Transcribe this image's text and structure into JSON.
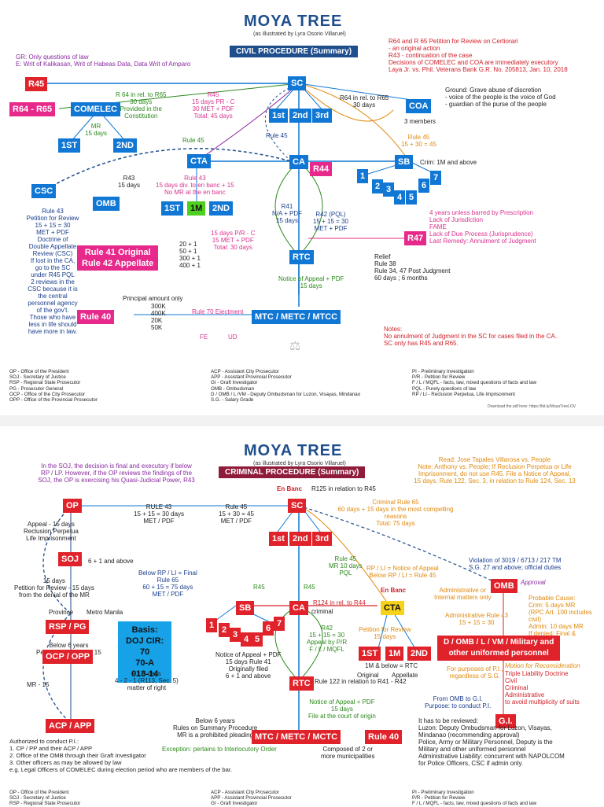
{
  "civil": {
    "title": "MOYA TREE",
    "subtitle": "(as illustrated by Lyra Osorio Villaruel)",
    "banner": "CIVIL PROCEDURE (Summary)",
    "gr_note": "GR: Only questions of law\nE: Writ of Kalikasan, Writ of Habeas Data, Data Writ of Amparo",
    "top_right": "R64 and R 65 Petition for Review on Certiorari\n- an original action\nR43 - continuation of the case\nDecisions of COMELEC and COA are immediately executory\nLaya Jr. vs. Phil. Veterans Bank G.R. No. 205813, Jan. 10, 2018",
    "ground": "Ground: Grave abuse of discretion\n- voice of the people is the voice of God\n- guardian of the purse of the people",
    "coa_members": "3 members",
    "r45_sb": "Rule 45\n15 + 30 = 45",
    "crim_sb": "Crim: 1M and above",
    "nodes": {
      "r45": "R45",
      "sc": "SC",
      "r64r65": "R64 - R65",
      "comelec": "COMELEC",
      "coa": "COA",
      "sc1": "1st",
      "sc2": "2nd",
      "sc3": "3rd",
      "first": "1ST",
      "second": "2ND",
      "cta": "CTA",
      "ca": "CA",
      "r44": "R44",
      "sb": "SB",
      "csc": "CSC",
      "omb": "OMB",
      "cta1": "1ST",
      "cta1m": "1M",
      "cta2": "2ND",
      "r47": "R47",
      "rtc": "RTC",
      "rule41": "Rule 41 Original\nRule 42 Appellate",
      "rule40": "Rule 40",
      "mtc": "MTC / METC / MTCC",
      "sb1": "1",
      "sb2": "2",
      "sb3": "3",
      "sb4": "4",
      "sb5": "5",
      "sb6": "6",
      "sb7": "7"
    },
    "r64_comelec": "R 64 in rel. to R65\n30 days\nProvided in the\nConstitution",
    "r45_ca": "R45\n15 days PR - C\n30 MET + PDF\nTotal: 45 days",
    "r64_coa": "R64 in rel. to R65\n30 days",
    "mr": "MR\n15 days",
    "rule45a": "Rule 45",
    "rule45b": "Rule 45",
    "r43_omb": "R43\n15 days",
    "rule43_cta": "Rule 43\n15 days div. to en banc + 15\nNo MR at the en banc",
    "r41": "R41\nN/A + PDF\n15 days",
    "r42": "R42 (PQL)\n15 + 15 = 30\nMET + PDF",
    "prescription": "4 years  unless barred by  Prescription\nLack of Jurisdiction\nFAME\nLack of Due Process (Jurisprudence)\nLast Remedy: Annulment of Judgment",
    "csc_text": "Rule 43\nPetition for Review\n15 + 15 = 30\nMET + PDF\nDoctrine of\nDouble Appellate\nReview (CSC)\nIf lost in the CA,\ngo to the SC\nunder R45 PQL\n2 reviews in the\nCSC because it is\nthe central\npersonnel agency\nof the gov't.\nThose who have\nless in life should\nhave more in law.",
    "rtc_ca": "15 days P/R - C\n15 MET + PDF\nTotal: 30 days",
    "twenty": "20 + 1\n50 + 1\n300 + 1\n400 + 1",
    "relief": "Relief\nRule 38\nRule 34, 47 Post Judgment\n60 days ; 6 months",
    "notice": "Notice of Appeal + PDF\n15 days",
    "principal": "Principal amount only",
    "amounts": "300K\n400K\n20K\n50K",
    "rule70": "Rule 70 Ejectment",
    "fe": "FE",
    "ud": "UD",
    "notes": "Notes:\nNo annulment of Judgment in the SC for cases filed in the CA.\nSC only has R45 and R65.",
    "download": "Download the pdf here: https://bit.ly/MoyaTreeLOV"
  },
  "legend": {
    "col1": "OP - Office of the President\nSOJ - Secretary of Justice\nRSP - Regional State Prosecutor\nPG - Prosecutor General\nOCP - Office of the City Prosecutor\nOPP - Office of the Provincial Prosecutor",
    "col2": "ACP - Assistant City Prosecutor\nAPP - Assistant Provincial Prosecutor\nGI - Graft Investigator\nOMB - Ombudsman\nD / OMB / L /VM - Deputy Ombudsman for Luzon, Visayas, Mindanao\nS.G. - Salary Grade",
    "col3": "PI - Preliminary Investigation\nP/R - Petition for Review\nF / L / MQFL - facts, law, mixed questions of facts and law\nPQL - Purely questions of law\nRP / LI - Reclusion Perpetua, Life Imprisonment"
  },
  "criminal": {
    "title": "MOYA TREE",
    "subtitle": "(as illustrated by Lyra Osorio Villaruel)",
    "banner": "CRIMINAL PROCEDURE (Summary)",
    "soj_note": "In the SOJ, the decision is final and executory if below\nRP / LP. However, if the OP reviews the findings of the\nSOJ, the OP is exercising his Quasi-Judicial Power, R43",
    "read_note": "Read: Jose Tapales Villarosa vs. People\nNote: Anthony vs. People; If Reclusion Perpetua or Life\nImprisonment, do not use R45. File a Notice of Appeal,\n15 days, Rule 122, Sec. 3, in relation to Rule 124, Sec. 13",
    "en_banc": "En Banc",
    "r125": "R125 in relation to R45",
    "nodes": {
      "op": "OP",
      "sc": "SC",
      "soj": "SOJ",
      "sc1": "1st",
      "sc2": "2nd",
      "sc3": "3rd",
      "omb": "OMB",
      "rsp": "RSP / PG",
      "sb": "SB",
      "ca": "CA",
      "cta": "CTA",
      "ocp": "OCP / OPP",
      "rtc": "RTC",
      "acp": "ACP / APP",
      "mtc": "MTC / METC / MCTC",
      "rule40": "Rule 40",
      "cta1": "1ST",
      "cta1m": "1M",
      "cta2": "2ND",
      "dombl": "D / OMB / L / VM / Military and\nother uniformed personnel",
      "gi": "G.I.",
      "sb1": "1",
      "sb2": "2",
      "sb3": "3",
      "sb4": "4",
      "sb5": "5",
      "sb6": "6",
      "sb7": "7"
    },
    "appeal": "Appeal - 15 days\nReclusion Perpetua\nLife Imprisonment",
    "rule43": "RULE 43\n15 + 15 = 30 days\nMET / PDF",
    "rule45": "Rule 45\n15 + 30 = 45\nMET / PDF",
    "rule65": "Criminal Rule 65\n60 days + 15 days in the most compelling reasons\nTotal: 75 days",
    "six_one": "6 + 1 and above",
    "below_rp": "Below RP / LI = Final\nRule 65\n60 + 15 = 75 days\nMET / PDF",
    "violation": "Violation of 3019 / 6713 / 217 TM\nS.G. 27 and above; official duties",
    "soj_15": "15 days\nPetition for Review - 15 days\nfrom the denial of the MR",
    "province": "Province",
    "metro": "Metro Manila",
    "rule45_pql": "Rule 45\nMR 10 days\nPQL",
    "rp_li": "RP / LI = Notice of Appeal\nBelow RP / LI = Rule 45",
    "admin": "Administrative or\nInternal matters only",
    "approval": "Approval",
    "probable": "Probable Cause:\nCrim: 5 days MR\n(RPC Art. 100 includes civil)\nAdmin: 10 days MR\nIf denied: Final & Executory",
    "basis": "Basis:\nDOJ CIR:\n70\n70-A\n018-14",
    "r45a": "R45",
    "r45b": "R45",
    "r124": "R124 in rel. to R44",
    "criminal": "criminal",
    "petition_15": "Petition for Review\n15 days",
    "admin_r43": "Administrative Rule 43\n15 + 15 = 30",
    "below6": "Below 6 years\nPetition for Review - 15",
    "r42": "R42\n15 + 15 = 30\nAppeal by P/R\nF / L / MQFL",
    "notice_sb": "Notice of Appeal + PDF\n15 days  Rule 41\nOriginally filed\n6 + 1 and above",
    "onem": "1M & below = RTC",
    "original": "Original",
    "appellate": "Appellate",
    "recon": "Motion for Reconsideration",
    "triple": "Triple Liability Doctrine\nCivil\nCriminal\nAdministrative\nto avoid multiplicity of suits",
    "purposes": "For purposes of P.I.,\nregardless of S.G.",
    "mr15": "MR - 15",
    "pi5": "P.I. 5 days\n4 - 2 - 1  (R113, Sec. 5)\nmatter of right",
    "r122": "Rule 122 in relation to R41 - R42",
    "notice_rtc": "Notice of Appeal + PDF\n15 days\nFile at the court of origin",
    "from_omb": "From OMB to G.I.\nPurpose: to conduct P.I.",
    "below6b": "Below 6 years\nRules on Summary Procedure\nMR is a prohibited pleading",
    "exception": "Exception: pertains to Interlocutory Order",
    "composed": "Composed of 2 or\nmore municipalities",
    "reviewed": "It has to be reviewed:\nLuzon: Deputy Ombudsman for Luzon, Visayas,\nMindanao (recommending approval)\nPolice, Army or Military Personnel, Deputy is the\nMilitary and other uniformed personnel\nAdministrative Liability: concurrent with NAPOLCOM\nfor Police Officers, CSC if admin only.",
    "authorized": "Authorized to conduct P.I.:\n1.  CP / PP and their ACP / APP\n2.  Office of the  OMB through their Graft Investigator\n3.  Other officers as may be allowed by law\ne.g. Legal Officers of COMELEC during election period who are members of the bar."
  },
  "legend2": {
    "col1": "OP - Office of the President\nSOJ - Secretary of Justice\nRSP - Regional State Prosecutor",
    "col2": "ACP - Assistant City Prosecutor\nAPP - Assistant Provincial Prosecutor\nGI - Graft Investigator",
    "col3": "PI - Preliminary Investigation\nP/R - Petition for Review\nF / L / MQFL - facts, law, mixed questions of facts and law"
  }
}
